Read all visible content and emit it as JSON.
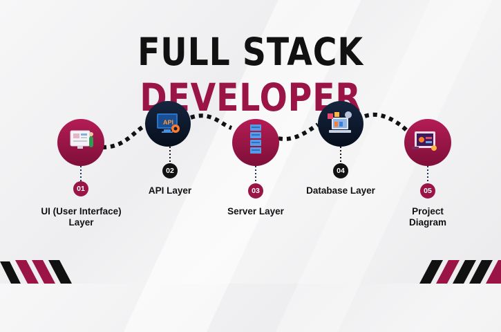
{
  "title": {
    "part1": "FULL STACK",
    "part2": "DEVELOPER"
  },
  "colors": {
    "accent": "#9b1446",
    "dark": "#0c1a2e",
    "text": "#111111"
  },
  "steps": [
    {
      "number": "01",
      "label": "UI (User Interface) Layer",
      "icon": "ui-design-icon",
      "circle": "accent"
    },
    {
      "number": "02",
      "label": "API Layer",
      "icon": "api-gear-icon",
      "circle": "dark"
    },
    {
      "number": "03",
      "label": "Server Layer",
      "icon": "server-stack-icon",
      "circle": "accent"
    },
    {
      "number": "04",
      "label": "Database Layer",
      "icon": "database-computer-icon",
      "circle": "dark"
    },
    {
      "number": "05",
      "label": "Project Diagram",
      "icon": "project-diagram-icon",
      "circle": "accent"
    }
  ]
}
